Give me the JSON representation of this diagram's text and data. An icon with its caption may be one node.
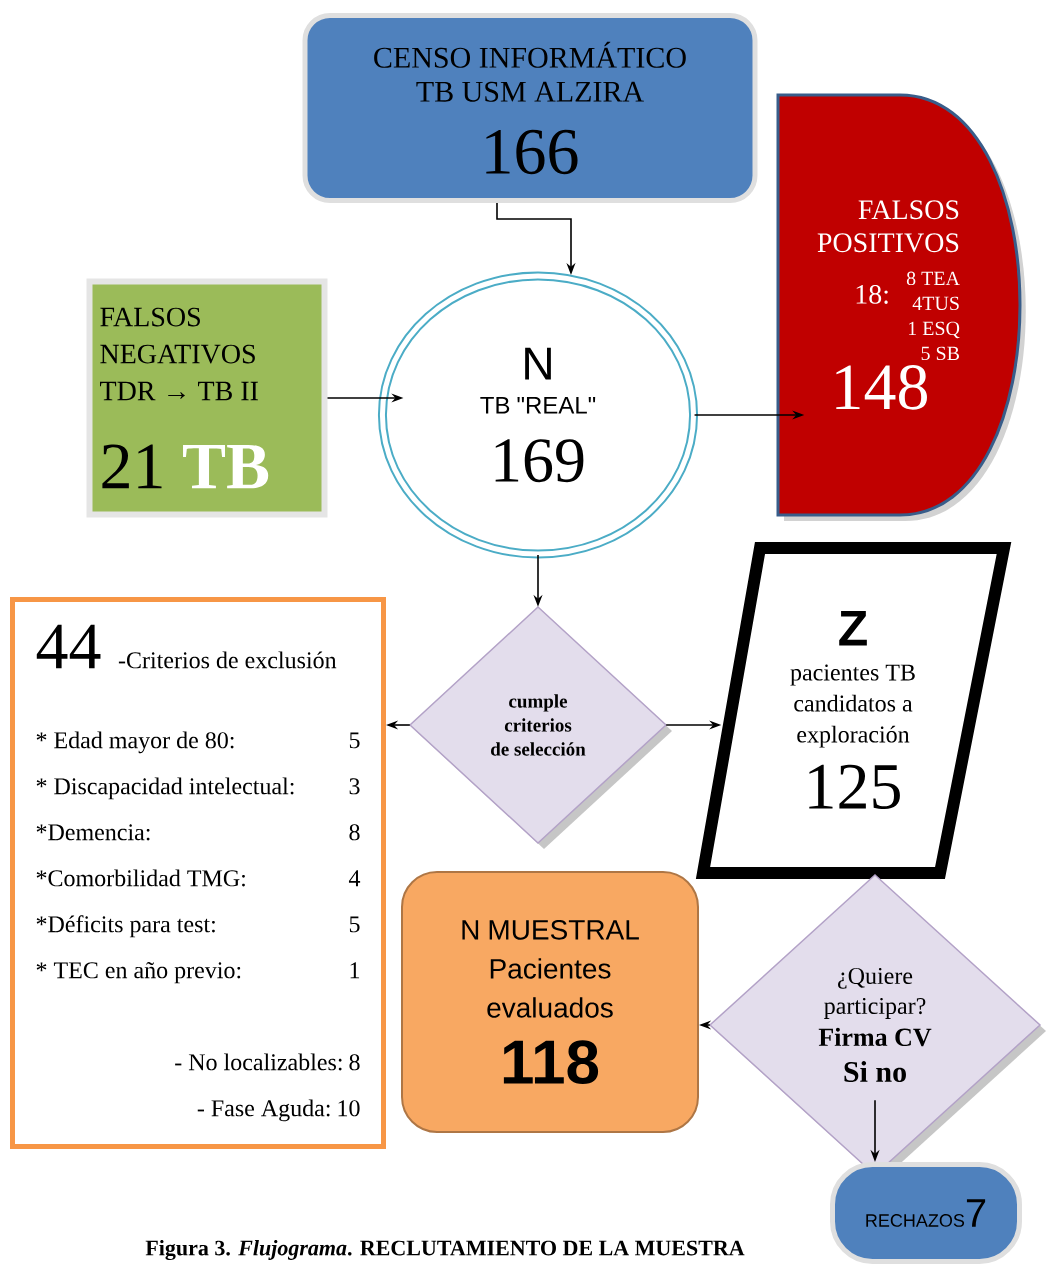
{
  "diagram": {
    "caption": "Figura 3. *Flujograma*. RECLUTAMIENTO DE LA MUESTRA",
    "nodes": [
      {
        "text": [
          "CENSO INFORMÁTICO TB USM ALZIRA",
          "166"
        ]
      },
      {
        "text": [
          "FALSOS NEGATIVOS TDR → TB II",
          "21",
          "TB"
        ]
      },
      {
        "text": [
          "N",
          "TB \"REAL\"",
          "169"
        ]
      },
      {
        "text": [
          "FALSOS POSITIVOS",
          "18:",
          "8 TEA 4TUS 1 ESQ 5 SB",
          "148"
        ]
      },
      {
        "text": [
          "44",
          "-Criterios de exclusión",
          "* Edad mayor de 80:",
          "5",
          "* Discapacidad intelectual:",
          "3",
          "*Demencia:",
          "8",
          "*Comorbilidad TMG:",
          "4",
          "*Déficits para test:",
          "5",
          "* TEC en año previo:",
          "1",
          "- No localizables: 8",
          "- Fase Aguda: 10"
        ]
      },
      {
        "text": [
          "cumple criterios de selección"
        ]
      },
      {
        "text": [
          "Z",
          "pacientes TB candidatos a exploración",
          "125"
        ]
      },
      {
        "text": [
          "N MUESTRAL Pacientes evaluados",
          "118"
        ]
      },
      {
        "text": [
          "¿Quiere participar?",
          "Firma CV",
          "Si no"
        ]
      },
      {
        "text": [
          "RECHAZOS",
          "7"
        ]
      }
    ],
    "edges": [
      {
        "from": 0,
        "to": 2,
        "arrow": "to"
      },
      {
        "from": 1,
        "to": 2,
        "arrow": "to"
      },
      {
        "from": 2,
        "to": 3,
        "arrow": "to"
      },
      {
        "from": 2,
        "to": 5,
        "arrow": "to"
      },
      {
        "from": 5,
        "to": 4,
        "arrow": "to"
      },
      {
        "from": 5,
        "to": 6,
        "arrow": "to"
      },
      {
        "from": 8,
        "to": 7,
        "arrow": "to"
      },
      {
        "from": 8,
        "to": 9,
        "arrow": "to"
      }
    ]
  }
}
